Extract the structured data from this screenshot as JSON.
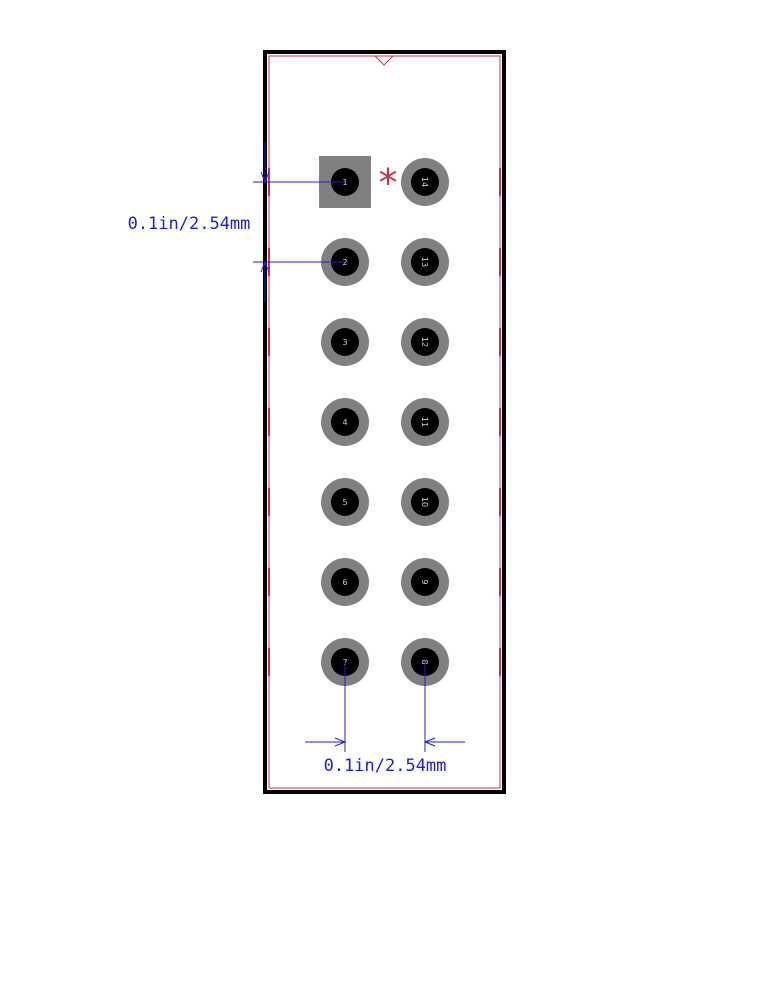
{
  "footprint": {
    "pins_left": [
      "1",
      "2",
      "3",
      "4",
      "5",
      "6",
      "7"
    ],
    "pins_right": [
      "14",
      "13",
      "12",
      "11",
      "10",
      "9",
      "8"
    ],
    "pin1_marker": "*"
  },
  "dimensions": {
    "vertical_pitch": "0.1in/2.54mm",
    "horizontal_pitch": "0.1in/2.54mm"
  },
  "colors": {
    "outline": "#000000",
    "courtyard": "#c8324e",
    "pad": "#808080",
    "drill": "#000000",
    "dimension": "#2020d0",
    "marker": "#c8324e"
  }
}
